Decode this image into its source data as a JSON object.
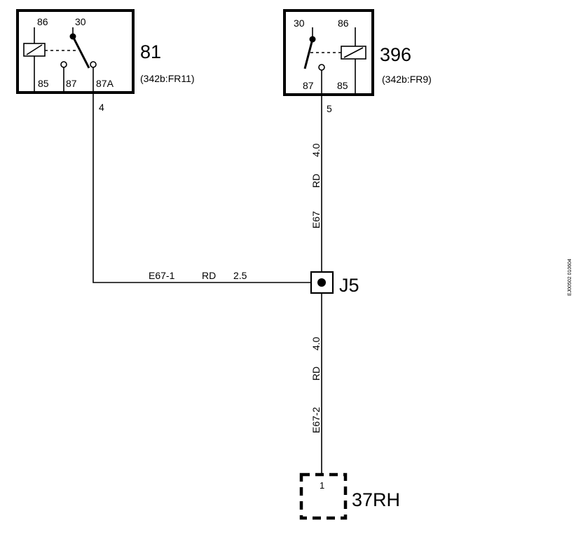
{
  "relay_81": {
    "id": "81",
    "ref": "(342b:FR11)",
    "pins": {
      "p86": "86",
      "p30": "30",
      "p85": "85",
      "p87": "87",
      "p87a": "87A"
    },
    "out_pin": "4"
  },
  "relay_396": {
    "id": "396",
    "ref": "(342b:FR9)",
    "pins": {
      "p30": "30",
      "p86": "86",
      "p87": "87",
      "p85": "85"
    },
    "out_pin": "5"
  },
  "wires": {
    "e67": {
      "id": "E67",
      "color": "RD",
      "size": "4.0"
    },
    "e67_1": {
      "id": "E67-1",
      "color": "RD",
      "size": "2.5"
    },
    "e67_2": {
      "id": "E67-2",
      "color": "RD",
      "size": "4.0"
    }
  },
  "splice": {
    "id": "J5"
  },
  "connector": {
    "id": "37RH",
    "pin": "1"
  },
  "doc_code": "EJ00502 010604"
}
